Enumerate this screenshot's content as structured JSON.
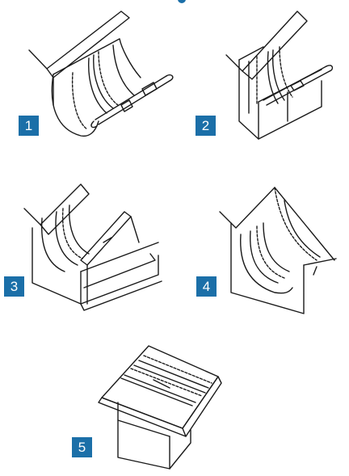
{
  "colors": {
    "badge_fill": "#1b6fa8",
    "badge_text": "#ffffff",
    "line": "#1a1a1a",
    "background": "#ffffff"
  },
  "figures": [
    {
      "label": "1",
      "kind": "half-round-gutter"
    },
    {
      "label": "2",
      "kind": "box-gutter"
    },
    {
      "label": "3",
      "kind": "gutter-stop-end"
    },
    {
      "label": "4",
      "kind": "gutter-angle"
    },
    {
      "label": "5",
      "kind": "gutter-outlet"
    }
  ]
}
